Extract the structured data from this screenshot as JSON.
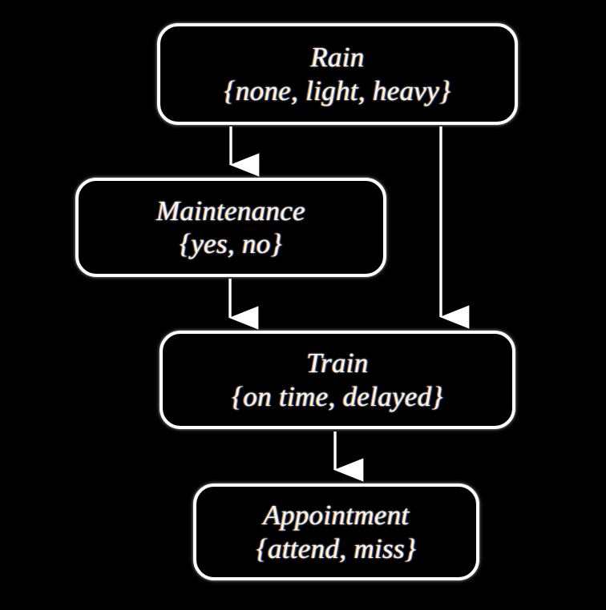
{
  "diagram": {
    "type": "bayesian-network",
    "background_color": "#000000",
    "stroke_color": "#ffffff",
    "text_color": "#f7f6f4",
    "nodes": [
      {
        "id": "rain",
        "name": "Rain",
        "states": "{none, light, heavy}",
        "state_list": [
          "none",
          "light",
          "heavy"
        ]
      },
      {
        "id": "maintenance",
        "name": "Maintenance",
        "states": "{yes, no}",
        "state_list": [
          "yes",
          "no"
        ]
      },
      {
        "id": "train",
        "name": "Train",
        "states": "{on time, delayed}",
        "state_list": [
          "on time",
          "delayed"
        ]
      },
      {
        "id": "appointment",
        "name": "Appointment",
        "states": "{attend, miss}",
        "state_list": [
          "attend",
          "miss"
        ]
      }
    ],
    "edges": [
      {
        "id": "rain-to-maintenance",
        "from": "Rain",
        "to": "Maintenance"
      },
      {
        "id": "rain-to-train",
        "from": "Rain",
        "to": "Train"
      },
      {
        "id": "maintenance-to-train",
        "from": "Maintenance",
        "to": "Train"
      },
      {
        "id": "train-to-appointment",
        "from": "Train",
        "to": "Appointment"
      }
    ]
  }
}
